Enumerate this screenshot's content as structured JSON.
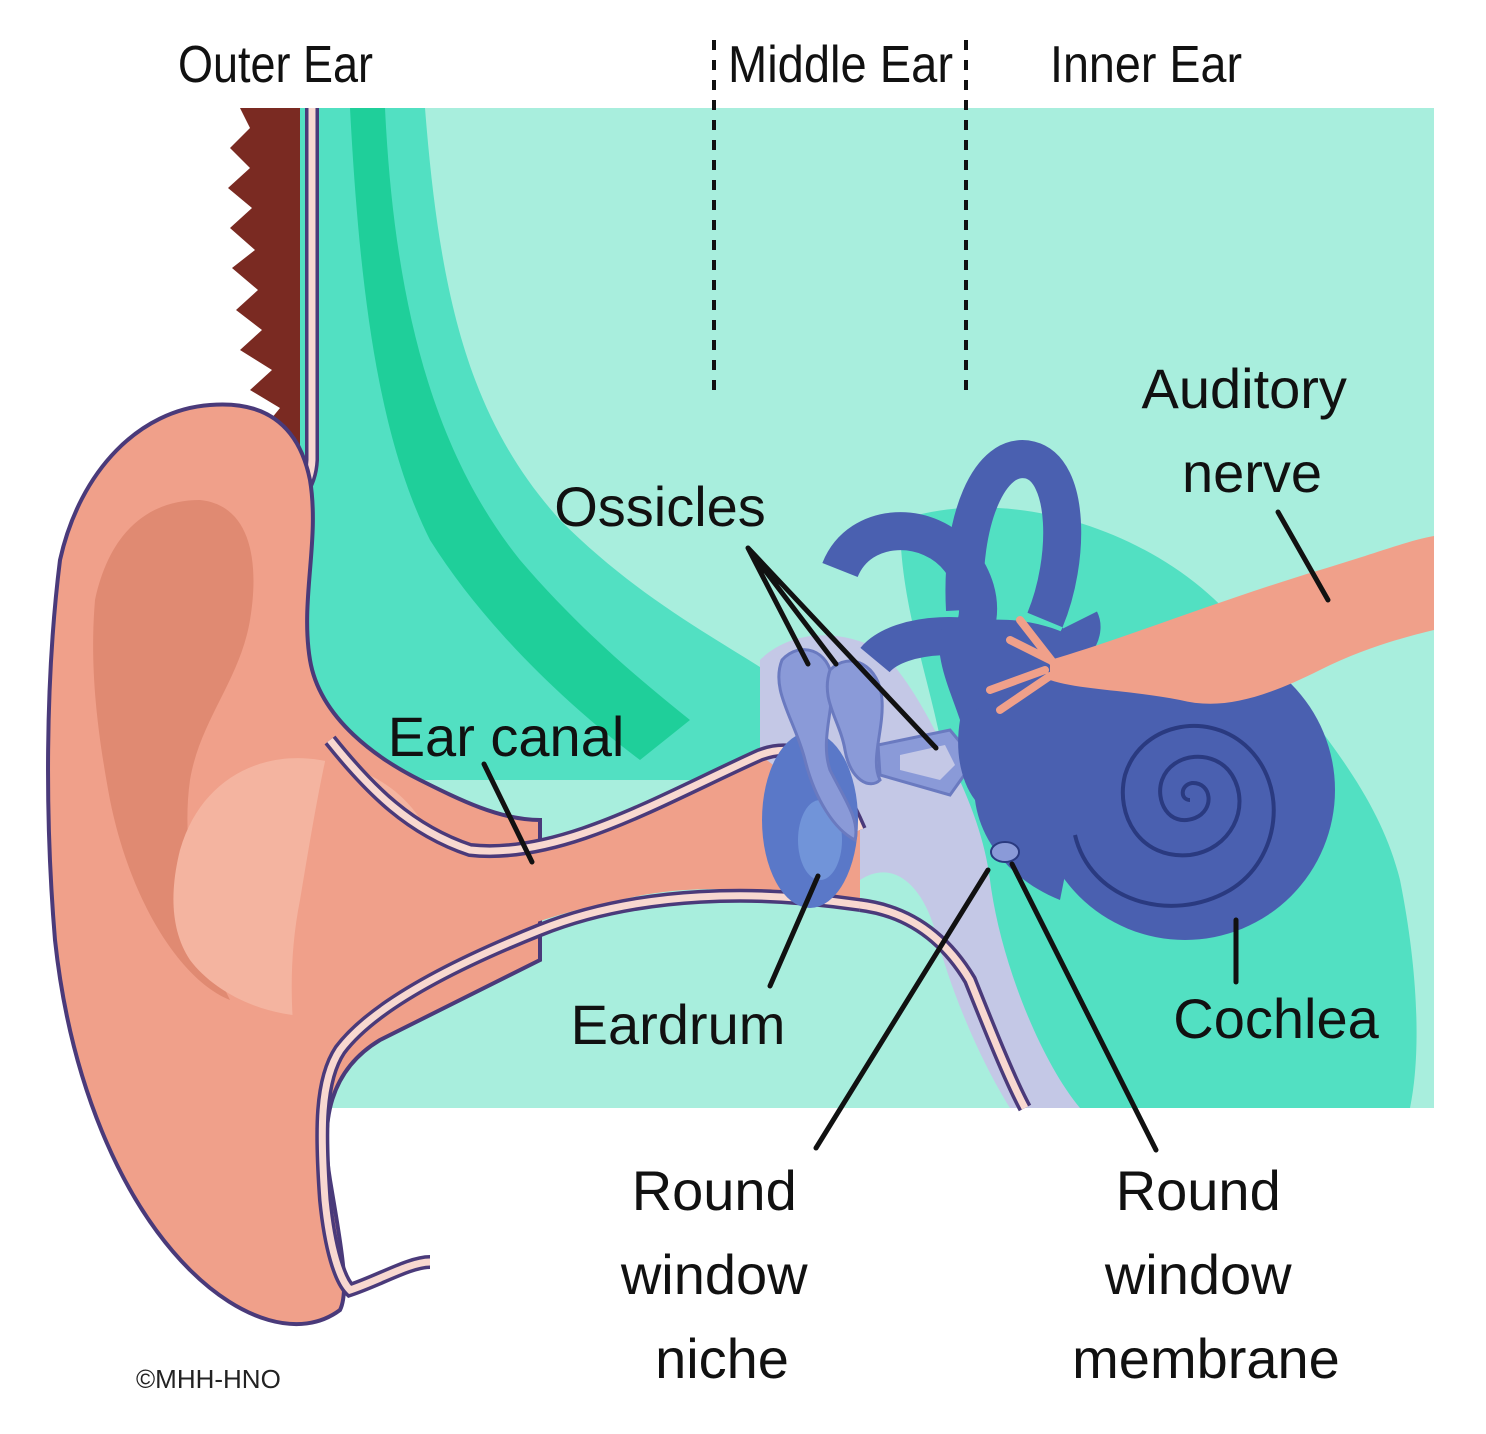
{
  "sections": {
    "outer": "Outer Ear",
    "middle": "Middle Ear",
    "inner": "Inner Ear"
  },
  "labels": {
    "auditory_nerve": [
      "Auditory",
      "nerve"
    ],
    "ossicles": "Ossicles",
    "ear_canal": "Ear canal",
    "eardrum": "Eardrum",
    "cochlea": "Cochlea",
    "round_window_niche": [
      "Round",
      "window",
      "niche"
    ],
    "round_window_membrane": [
      "Round",
      "window",
      "membrane"
    ]
  },
  "copyright": "©MHH-HNO",
  "colors": {
    "tissue_light": "#a8eedd",
    "tissue_mid": "#52e0c2",
    "tissue_deep": "#1fcf9a",
    "skin": "#f0a08a",
    "skin_dark": "#e08a72",
    "skin_outline": "#4a3a7a",
    "skin_lining": "#f8d8d0",
    "hair": "#7a2a22",
    "middle_ear_cavity": "#c4c8e6",
    "ossicle": "#8a9ad8",
    "labyrinth": "#4a60b0",
    "nerve": "#f0a08a"
  }
}
